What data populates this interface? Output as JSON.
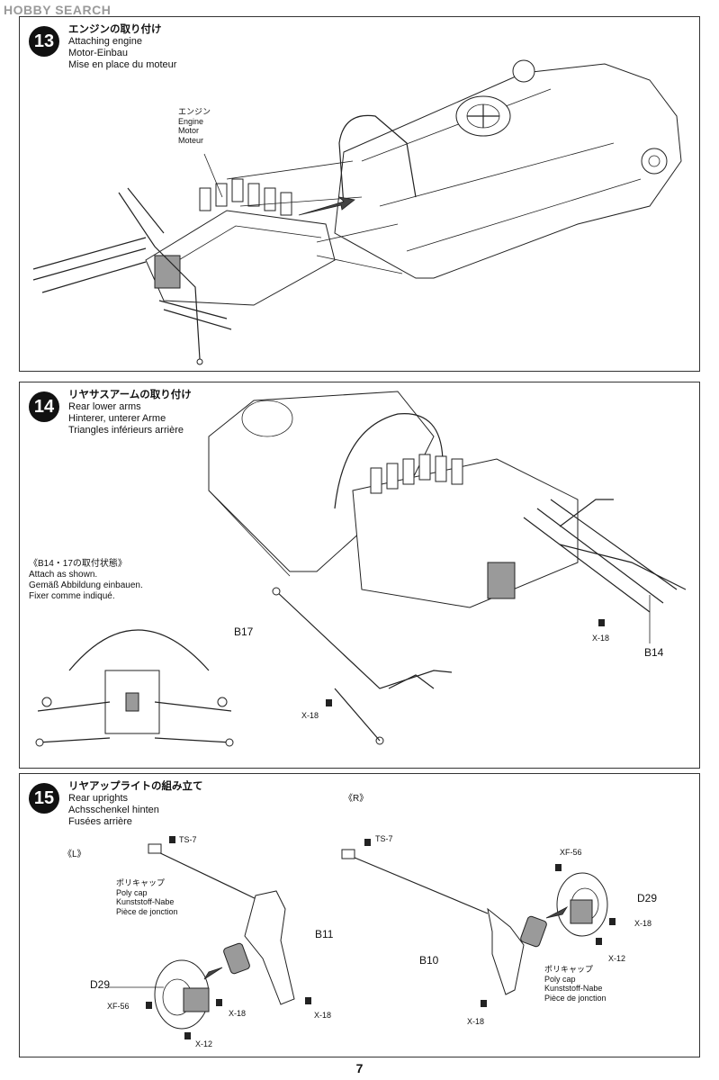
{
  "watermark": "HOBBY SEARCH",
  "steps": [
    {
      "number": "13",
      "title_jp": "エンジンの取り付け",
      "title_en": "Attaching engine",
      "title_de": "Motor-Einbau",
      "title_fr": "Mise en place du moteur",
      "callouts": {
        "engine_jp": "エンジン",
        "engine_en": "Engine",
        "engine_de": "Motor",
        "engine_fr": "Moteur"
      }
    },
    {
      "number": "14",
      "title_jp": "リヤサスアームの取り付け",
      "title_en": "Rear lower arms",
      "title_de": "Hinterer, unterer Arme",
      "title_fr": "Triangles inférieurs arrière",
      "note_jp": "《B14・17の取付状態》",
      "note_en": "Attach as shown.",
      "note_de": "Gemäß Abbildung einbauen.",
      "note_fr": "Fixer comme indiqué.",
      "parts": {
        "b17": "B17",
        "b14": "B14",
        "x18_left": "X-18",
        "x18_right": "X-18"
      }
    },
    {
      "number": "15",
      "title_jp": "リヤアップライトの組み立て",
      "title_en": "Rear uprights",
      "title_de": "Achsschenkel hinten",
      "title_fr": "Fusées arrière",
      "left_marker": "《L》",
      "right_marker": "《R》",
      "polycap_jp": "ポリキャップ",
      "polycap_en": "Poly cap",
      "polycap_de": "Kunststoff-Nabe",
      "polycap_fr": "Pièce de jonction",
      "left_parts": {
        "ts7": "TS-7",
        "b11": "B11",
        "d29": "D29",
        "xf56": "XF-56",
        "x18a": "X-18",
        "x18b": "X-18",
        "x12": "X-12"
      },
      "right_parts": {
        "ts7": "TS-7",
        "xf56": "XF-56",
        "d29": "D29",
        "x18a": "X-18",
        "x12": "X-12",
        "b10": "B10",
        "x18b": "X-18"
      }
    }
  ],
  "page_number": "7"
}
